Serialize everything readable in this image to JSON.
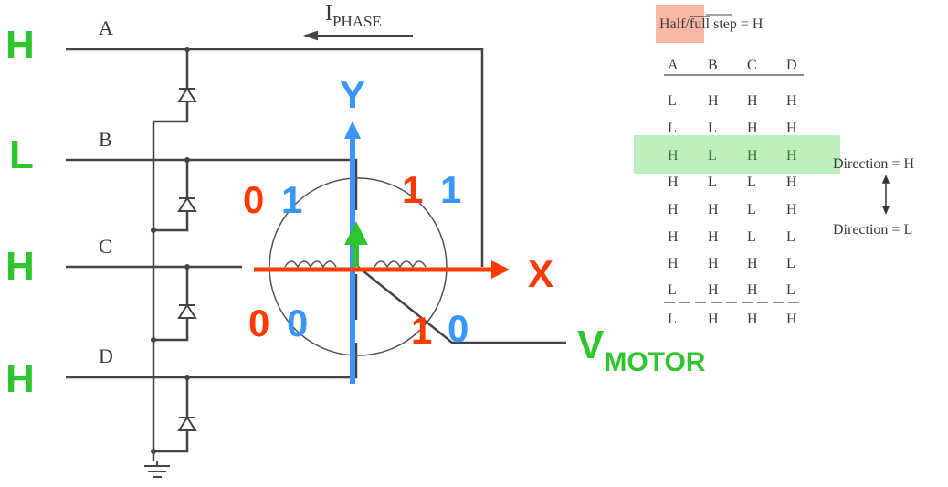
{
  "circuit": {
    "phase_labels": [
      "A",
      "B",
      "C",
      "D"
    ],
    "current_label": "I",
    "current_subscript": "PHASE"
  },
  "overlay": {
    "input_states": [
      "H",
      "L",
      "H",
      "H"
    ],
    "axis_y": "Y",
    "axis_x": "X",
    "quadrants": {
      "q01": [
        "0",
        "1"
      ],
      "q11": [
        "1",
        "1"
      ],
      "q00": [
        "0",
        "0"
      ],
      "q10": [
        "1",
        "0"
      ]
    },
    "vmotor": "V",
    "vmotor_sub": "MOTOR",
    "colors": {
      "green": "#2ec52e",
      "red": "#ff3a00",
      "blue": "#3a96ff"
    }
  },
  "table": {
    "title_prefix": "Half/",
    "title_overline": "full",
    "title_suffix": " step = H",
    "headers": [
      "A",
      "B",
      "C",
      "D"
    ],
    "rows": [
      [
        "L",
        "H",
        "H",
        "H"
      ],
      [
        "L",
        "L",
        "H",
        "H"
      ],
      [
        "H",
        "L",
        "H",
        "H"
      ],
      [
        "H",
        "L",
        "L",
        "H"
      ],
      [
        "H",
        "H",
        "L",
        "H"
      ],
      [
        "H",
        "H",
        "L",
        "L"
      ],
      [
        "H",
        "H",
        "H",
        "L"
      ],
      [
        "L",
        "H",
        "H",
        "L"
      ]
    ],
    "repeat_row": [
      "L",
      "H",
      "H",
      "H"
    ],
    "highlighted_row": 2,
    "direction_h": "Direction = H",
    "direction_l": "Direction = L"
  }
}
